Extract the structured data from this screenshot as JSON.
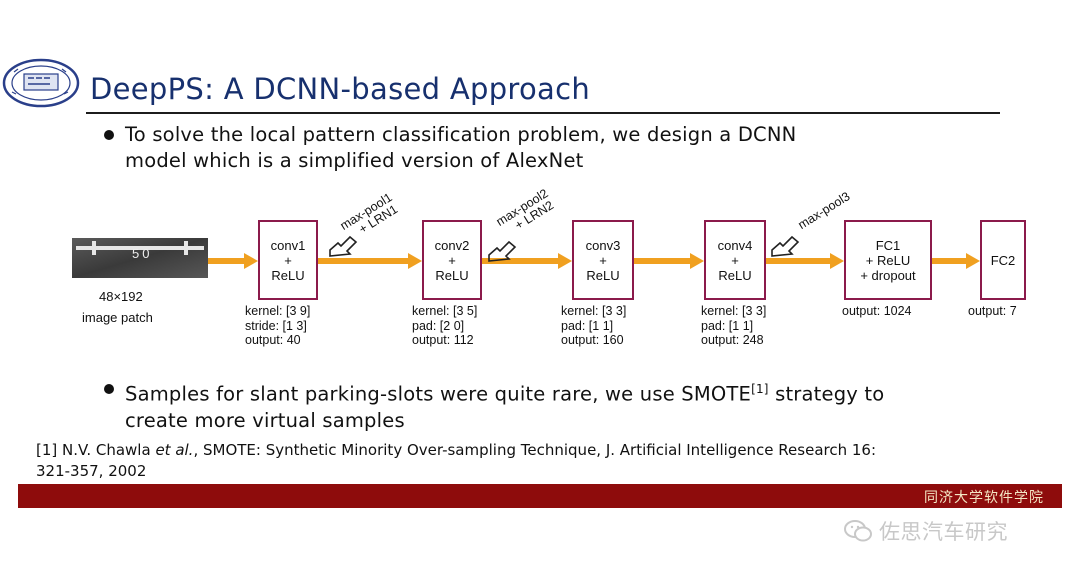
{
  "slide": {
    "title": "DeepPS: A DCNN-based Approach",
    "bullets": [
      {
        "lines": [
          "To solve the local pattern classification problem, we design a DCNN",
          "model which is a simplified version of AlexNet"
        ]
      },
      {
        "line1_pre": "Samples for slant parking-slots were quite rare, we use SMOTE",
        "line1_sup": "[1]",
        "line1_post": " strategy to",
        "line2": "create more virtual samples"
      }
    ],
    "footnote": {
      "ref": "[1] N.V. Chawla ",
      "etal": "et al.",
      "rest": ", SMOTE: Synthetic Minority Over-sampling Technique, J. Artificial Intelligence Research 16:",
      "line2": "321-357, 2002"
    },
    "footer_band_text": "同济大学软件学院",
    "watermark_text": "佐思汽车研究",
    "logo_icon": "university-seal-icon",
    "watermark_icon": "wechat-icon"
  },
  "diagram": {
    "input": {
      "patch_text": "50",
      "size": "48×192",
      "label": "image patch"
    },
    "layers": [
      {
        "name": "conv1",
        "lines": [
          "conv1",
          "+",
          "ReLU"
        ],
        "meta": [
          "kernel: [3 9]",
          "stride: [1 3]",
          "output: 40"
        ]
      },
      {
        "name": "conv2",
        "lines": [
          "conv2",
          "+",
          "ReLU"
        ],
        "meta": [
          "kernel: [3 5]",
          "pad: [2 0]",
          "output: 112"
        ]
      },
      {
        "name": "conv3",
        "lines": [
          "conv3",
          "+",
          "ReLU"
        ],
        "meta": [
          "kernel: [3 3]",
          "pad: [1 1]",
          "output: 160"
        ]
      },
      {
        "name": "conv4",
        "lines": [
          "conv4",
          "+",
          "ReLU"
        ],
        "meta": [
          "kernel: [3 3]",
          "pad: [1 1]",
          "output: 248"
        ]
      },
      {
        "name": "fc1",
        "lines": [
          "FC1",
          "+ ReLU",
          "+ dropout"
        ],
        "meta": [
          "output: 1024"
        ]
      },
      {
        "name": "fc2",
        "lines": [
          "FC2"
        ],
        "meta": [
          "output: 7"
        ]
      }
    ],
    "pool_labels": [
      [
        "max-pool1",
        "+ LRN1"
      ],
      [
        "max-pool2",
        "+ LRN2"
      ],
      [
        "max-pool3"
      ]
    ],
    "colors": {
      "arrow": "#f0a020",
      "box_border": "#8b1a4b",
      "band": "#8e0c0c"
    }
  }
}
